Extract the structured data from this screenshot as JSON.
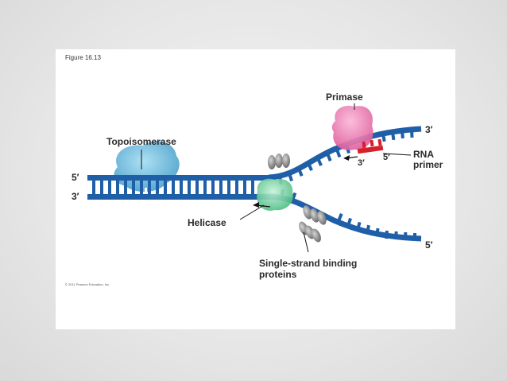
{
  "figure_label": "Figure 16.13",
  "copyright": "© 2011 Pearson Education, Inc.",
  "labels": {
    "topoisomerase": "Topoisomerase",
    "primase": "Primase",
    "helicase": "Helicase",
    "rna_primer_line1": "RNA",
    "rna_primer_line2": "primer",
    "ssb_line1": "Single-strand binding",
    "ssb_line2": "proteins"
  },
  "strand_ends": {
    "left_top": "5′",
    "left_bottom": "3′",
    "upper_right": "3′",
    "primer_5": "5′",
    "primer_3": "3′",
    "lower_right": "5′"
  },
  "colors": {
    "dna_strand": "#1f5fa8",
    "dna_rung": "#e9eef6",
    "topoisomerase": "#7cc3e3",
    "primase": "#f07ab4",
    "helicase": "#7fd6a3",
    "rna_primer": "#d6202a",
    "ssb": "#8c8c8c"
  }
}
